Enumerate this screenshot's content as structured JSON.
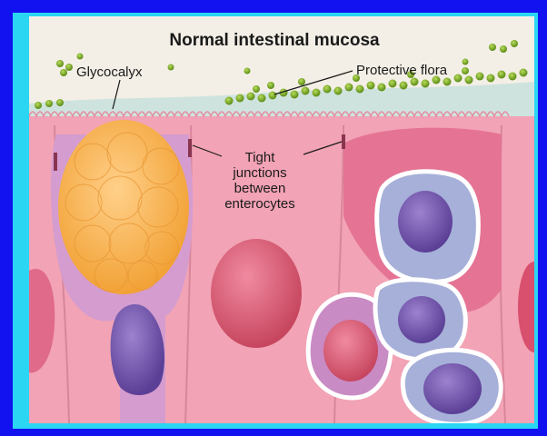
{
  "title": "Normal intestinal mucosa",
  "labels": {
    "glycocalyx": "Glycocalyx",
    "protective_flora": "Protective flora",
    "tight_junctions": [
      "Tight",
      "junctions",
      "between",
      "enterocytes"
    ]
  },
  "colors": {
    "outer_border": "#1212f0",
    "inner_border": "#2ad6f2",
    "mucus": "#cfe3de",
    "cell_pink": "#f2a3b5",
    "goblet": "#f7b24a",
    "nucleus_purple": "#7d5fb0",
    "flora_green": "#7fae2c"
  }
}
